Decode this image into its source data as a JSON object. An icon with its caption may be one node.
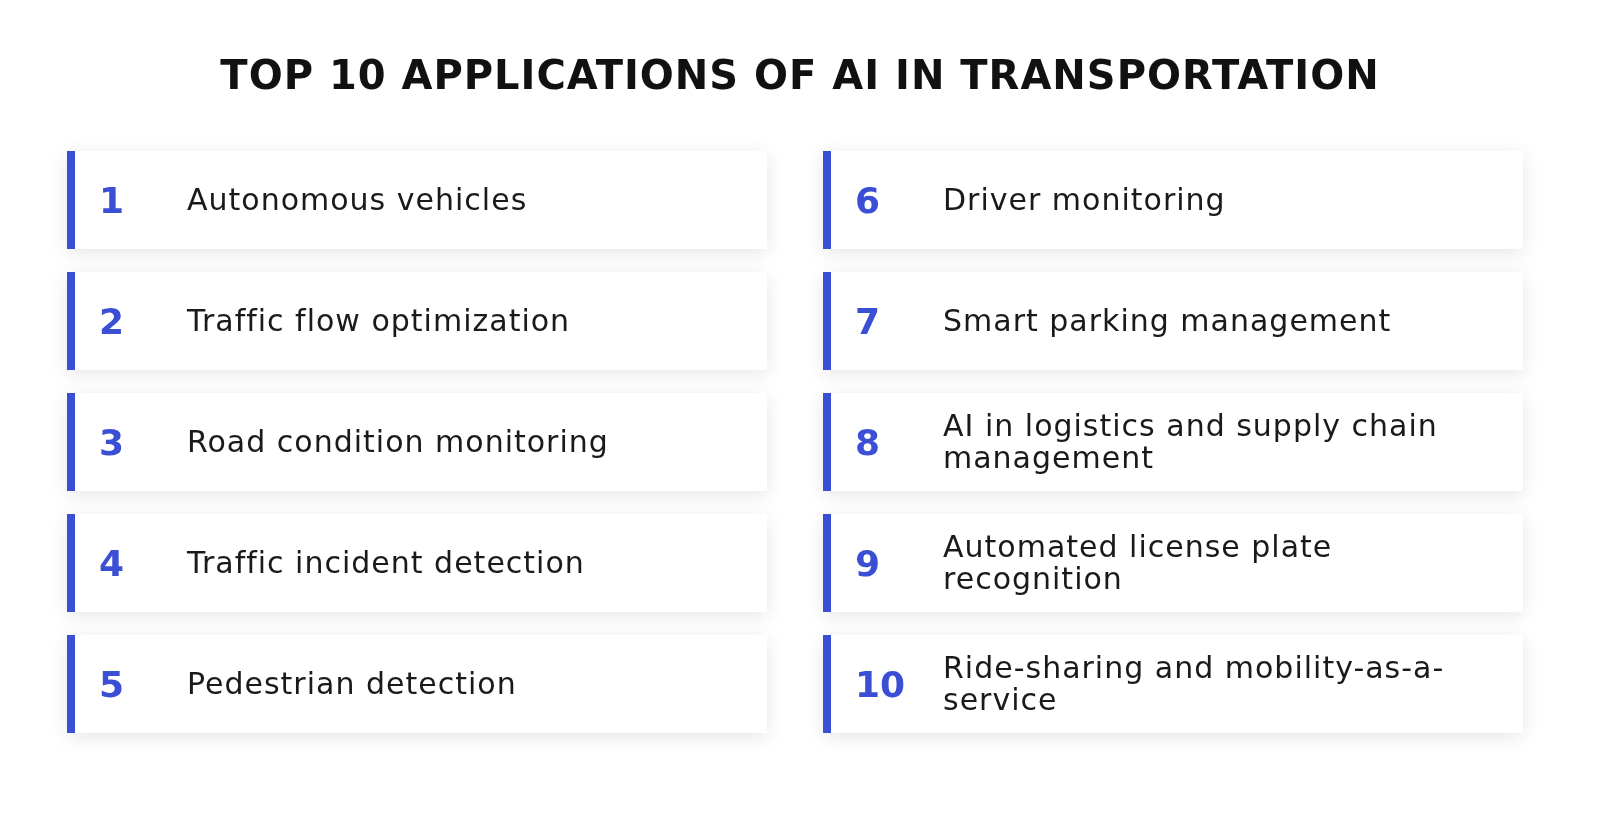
{
  "diagram": {
    "title": "TOP 10 APPLICATIONS OF AI IN TRANSPORTATION",
    "nodes": [
      {
        "text": [
          "1",
          "Autonomous vehicles"
        ]
      },
      {
        "text": [
          "2",
          "Traffic flow optimization"
        ]
      },
      {
        "text": [
          "3",
          "Road condition monitoring"
        ]
      },
      {
        "text": [
          "4",
          "Traffic incident detection"
        ]
      },
      {
        "text": [
          "5",
          "Pedestrian detection"
        ]
      },
      {
        "text": [
          "6",
          "Driver monitoring"
        ]
      },
      {
        "text": [
          "7",
          "Smart parking management"
        ]
      },
      {
        "text": [
          "8",
          "AI in logistics and supply chain management"
        ]
      },
      {
        "text": [
          "9",
          "Automated license plate recognition"
        ]
      },
      {
        "text": [
          "10",
          "Ride-sharing and mobility-as-a-service"
        ]
      }
    ],
    "edges": []
  }
}
